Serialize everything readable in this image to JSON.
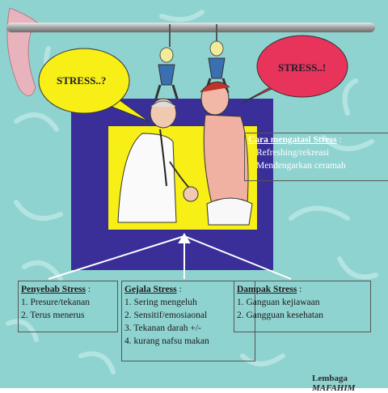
{
  "bubbles": {
    "left": "STRESS..?",
    "right": "STRESS..!"
  },
  "cara": {
    "title": "Cara mengatasi Stress",
    "suffix": " :",
    "items": [
      "Refreshing/rekreasi",
      "Mendengarkan ceramah"
    ]
  },
  "penyebab": {
    "title": "Penyebab Stress",
    "suffix": " :",
    "items": [
      "1. Presure/tekanan",
      "2. Terus menerus"
    ]
  },
  "gejala": {
    "title": "Gejala Stress",
    "suffix": " :",
    "items": [
      "1. Sering mengeluh",
      "2. Sensitif/emosiaonal",
      "3. Tekanan darah +/-",
      "4. kurang nafsu makan"
    ]
  },
  "dampak": {
    "title": "Dampak Stress",
    "suffix": " :",
    "items": [
      "1. Ganguan kejiawaan",
      "2. Gangguan kesehatan"
    ]
  },
  "footer": {
    "prefix": "Lembaga ",
    "name": "MAFAHIM"
  },
  "colors": {
    "background": "#8fd3d0",
    "panel": "#3a2f99",
    "screen": "#f7ef16",
    "bubble_left": "#f7ef16",
    "bubble_right": "#e8335a"
  }
}
